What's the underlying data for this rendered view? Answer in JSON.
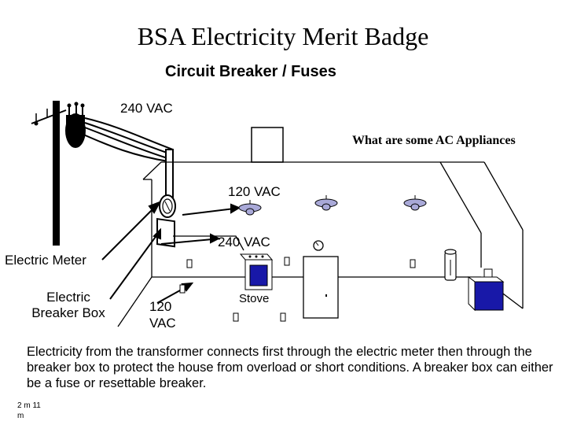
{
  "title": "BSA Electricity Merit Badge",
  "subtitle": "Circuit Breaker /  Fuses",
  "labels": {
    "vac_240_top": "240 VAC",
    "question": "What are some AC Appliances",
    "vac_120_top": "120 VAC",
    "vac_240_mid": "240 VAC",
    "electric_meter": "Electric Meter",
    "electric_breaker_box": "Electric Breaker Box",
    "vac_120_low": "120 VAC",
    "stove": "Stove"
  },
  "description": "Electricity from the transformer connects first through the electric meter then through the breaker box to protect the house from overload or short conditions.  A breaker box can either be a fuse or resettable breaker.",
  "slide_number": "2 m 11 m",
  "colors": {
    "appliance_blue": "#1818a8",
    "light_fixture": "#a9a9d8",
    "line": "#000000"
  }
}
